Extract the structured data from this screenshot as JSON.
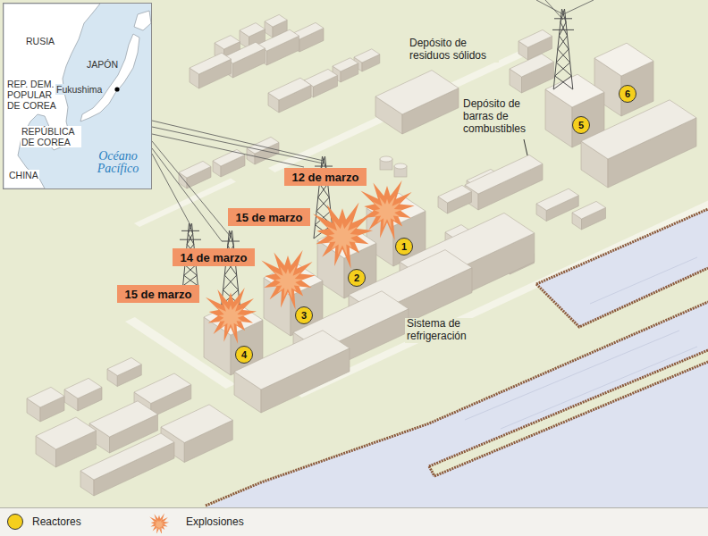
{
  "diagram": {
    "nodes": [
      {
        "text": [
          "RUSIA",
          "JAPÓN",
          "REP. DEM. POPULAR DE COREA",
          "Fukushima",
          "REPÚBLICA DE COREA",
          "Océano Pacífico",
          "CHINA"
        ]
      },
      {
        "text": [
          "12 de marzo"
        ]
      },
      {
        "text": [
          "15 de marzo"
        ]
      },
      {
        "text": [
          "14 de marzo"
        ]
      },
      {
        "text": [
          "15 de marzo"
        ]
      },
      {
        "text": [
          "1"
        ]
      },
      {
        "text": [
          "2"
        ]
      },
      {
        "text": [
          "3"
        ]
      },
      {
        "text": [
          "4"
        ]
      },
      {
        "text": [
          "5"
        ]
      },
      {
        "text": [
          "6"
        ]
      }
    ],
    "labels": [
      "Depósito de residuos sólidos",
      "Depósito de barras de combustibles",
      "Sistema de refrigeración"
    ],
    "legend": [
      {
        "text": "Reactores",
        "color": "#f5cf1d"
      },
      {
        "text": "Explosiones"
      }
    ]
  }
}
